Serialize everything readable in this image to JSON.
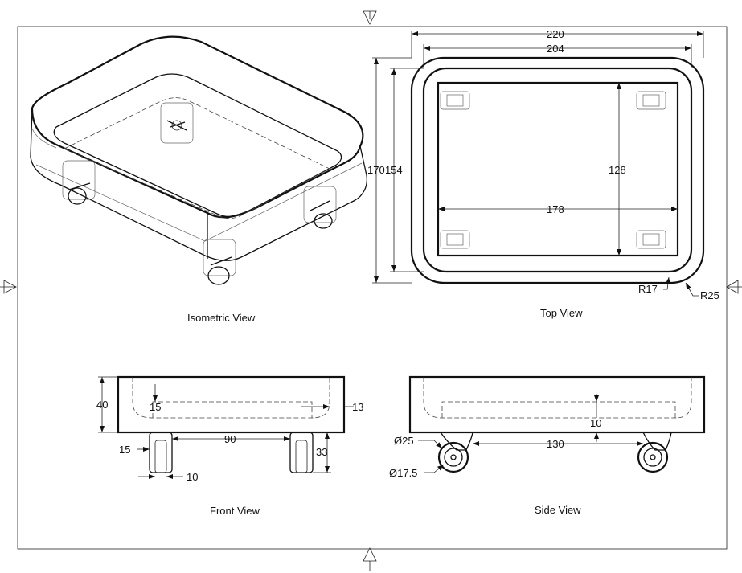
{
  "views": {
    "isometric": "Isometric View",
    "top": "Top View",
    "front": "Front View",
    "side": "Side View"
  },
  "top_dims": {
    "outer_width": "220",
    "inner_width": "204",
    "outer_height": "170",
    "inner_height": "154",
    "caster_height": "128",
    "caster_width": "178",
    "inner_radius": "R17",
    "outer_radius": "R25"
  },
  "front_dims": {
    "height": "40",
    "wall_inset": "15",
    "side_wall": "13",
    "caster_offset": "15",
    "caster_spacing": "90",
    "caster_height": "33",
    "caster_width": "10"
  },
  "side_dims": {
    "wheel_outer": "Ø25",
    "wheel_inner": "Ø17.5",
    "caster_spacing": "130",
    "base_thickness": "10"
  }
}
